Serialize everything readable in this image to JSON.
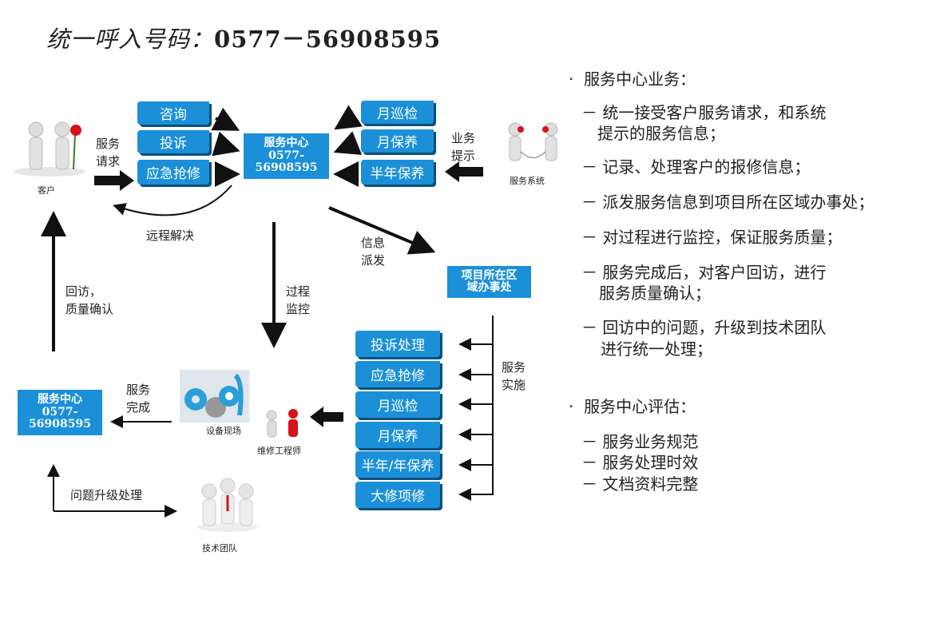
{
  "title": {
    "label": "统一呼入号码：",
    "number": "0577－56908595"
  },
  "client": {
    "label": "客户",
    "request": [
      "服务",
      "请求"
    ]
  },
  "left_buttons": [
    "咨询",
    "投诉",
    "应急抢修"
  ],
  "right_buttons": [
    "月巡检",
    "月保养",
    "半年保养"
  ],
  "center": {
    "name": "服务中心",
    "phone1": "0577-",
    "phone2": "56908595"
  },
  "system": {
    "label": "服务系统",
    "hint": [
      "业务",
      "提示"
    ]
  },
  "remote": "远程解决",
  "revisit": [
    "回访，",
    "质量确认"
  ],
  "monitor": [
    "过程",
    "监控"
  ],
  "dispatch": [
    "信息",
    "派发"
  ],
  "office": [
    "项目所在区",
    "域办事处"
  ],
  "implement": [
    "服务",
    "实施"
  ],
  "service_buttons": [
    "投诉处理",
    "应急抢修",
    "月巡检",
    "月保养",
    "半年/年保养",
    "大修项修"
  ],
  "engineer": "维修工程师",
  "site": "设备现场",
  "done": [
    "服务",
    "完成"
  ],
  "center2": {
    "name": "服务中心",
    "phone1": "0577-",
    "phone2": "56908595"
  },
  "escalate": "问题升级处理",
  "team": "技术团队",
  "right_text": {
    "h1": "服务中心业务：",
    "items1": [
      "－  统一接受客户服务请求，和系统",
      "提示的服务信息；",
      "－  记录、处理客户的报修信息；",
      "－  派发服务信息到项目所在区域办事处；",
      "－  对过程进行监控，保证服务质量；",
      "－  服务完成后，对客户回访，进行",
      "服务质量确认；",
      "－  回访中的问题，升级到技术团队",
      "进行统一处理；"
    ],
    "h2": "服务中心评估：",
    "items2": [
      "－  服务业务规范",
      "－  服务处理时效",
      "－  文档资料完整"
    ]
  },
  "colors": {
    "blue": "#1b90d8",
    "red": "#d8121a"
  }
}
